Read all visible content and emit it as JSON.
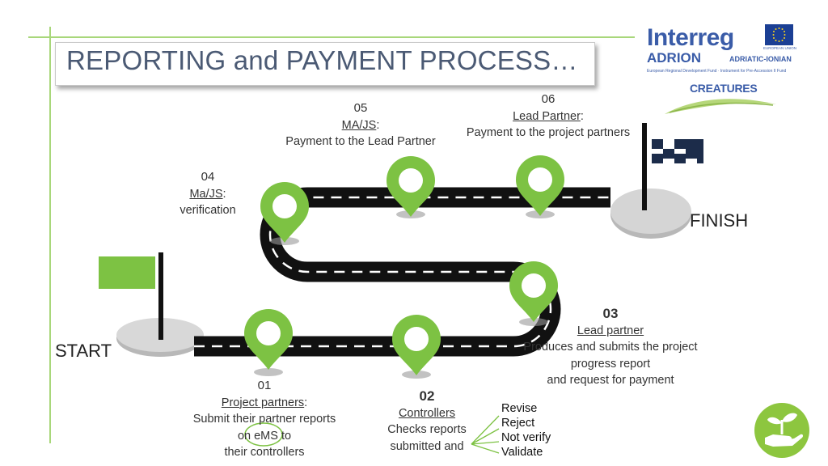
{
  "title": "REPORTING and PAYMENT PROCESS…",
  "logos": {
    "interreg": "Interreg",
    "adrion": "ADRION",
    "adriatic_ionian": "ADRIATIC-IONIAN",
    "fund_line": "European Regional Development Fund · Instrument for Pre-Accession II Fund",
    "eu_label": "EUROPEAN UNION",
    "creatures": "CREATURES"
  },
  "labels": {
    "start": "START",
    "finish": "FINISH"
  },
  "steps": {
    "s01": {
      "num": "01",
      "actor": "Project partners",
      "line1": "Submit their partner reports",
      "line2_pre": "on ",
      "line2_ems": "eMS",
      "line2_post": " to",
      "line3": "their controllers"
    },
    "s02": {
      "num": "02",
      "actor": "Controllers",
      "line1": "Checks reports",
      "line2": "submitted  and"
    },
    "s03": {
      "num": "03",
      "actor": "Lead partner",
      "line1": "Produces and submits the project",
      "line2": "progress report",
      "line3": "and request for payment"
    },
    "s04": {
      "num": "04",
      "actor": "Ma/JS",
      "line1": "verification"
    },
    "s05": {
      "num": "05",
      "actor": "MA/JS",
      "line1": "Payment to the Lead Partner"
    },
    "s06": {
      "num": "06",
      "actor": "Lead Partner",
      "line1": "Payment to the project partners"
    }
  },
  "controller_options": [
    "Revise",
    "Reject",
    "Not verify",
    "Validate"
  ],
  "colors": {
    "pin": "#7dc243",
    "road": "#111111",
    "title_text": "#4b5a74",
    "accent_line": "#8dc63f",
    "flag_start": "#7dc243",
    "badge": "#8dc63f"
  }
}
